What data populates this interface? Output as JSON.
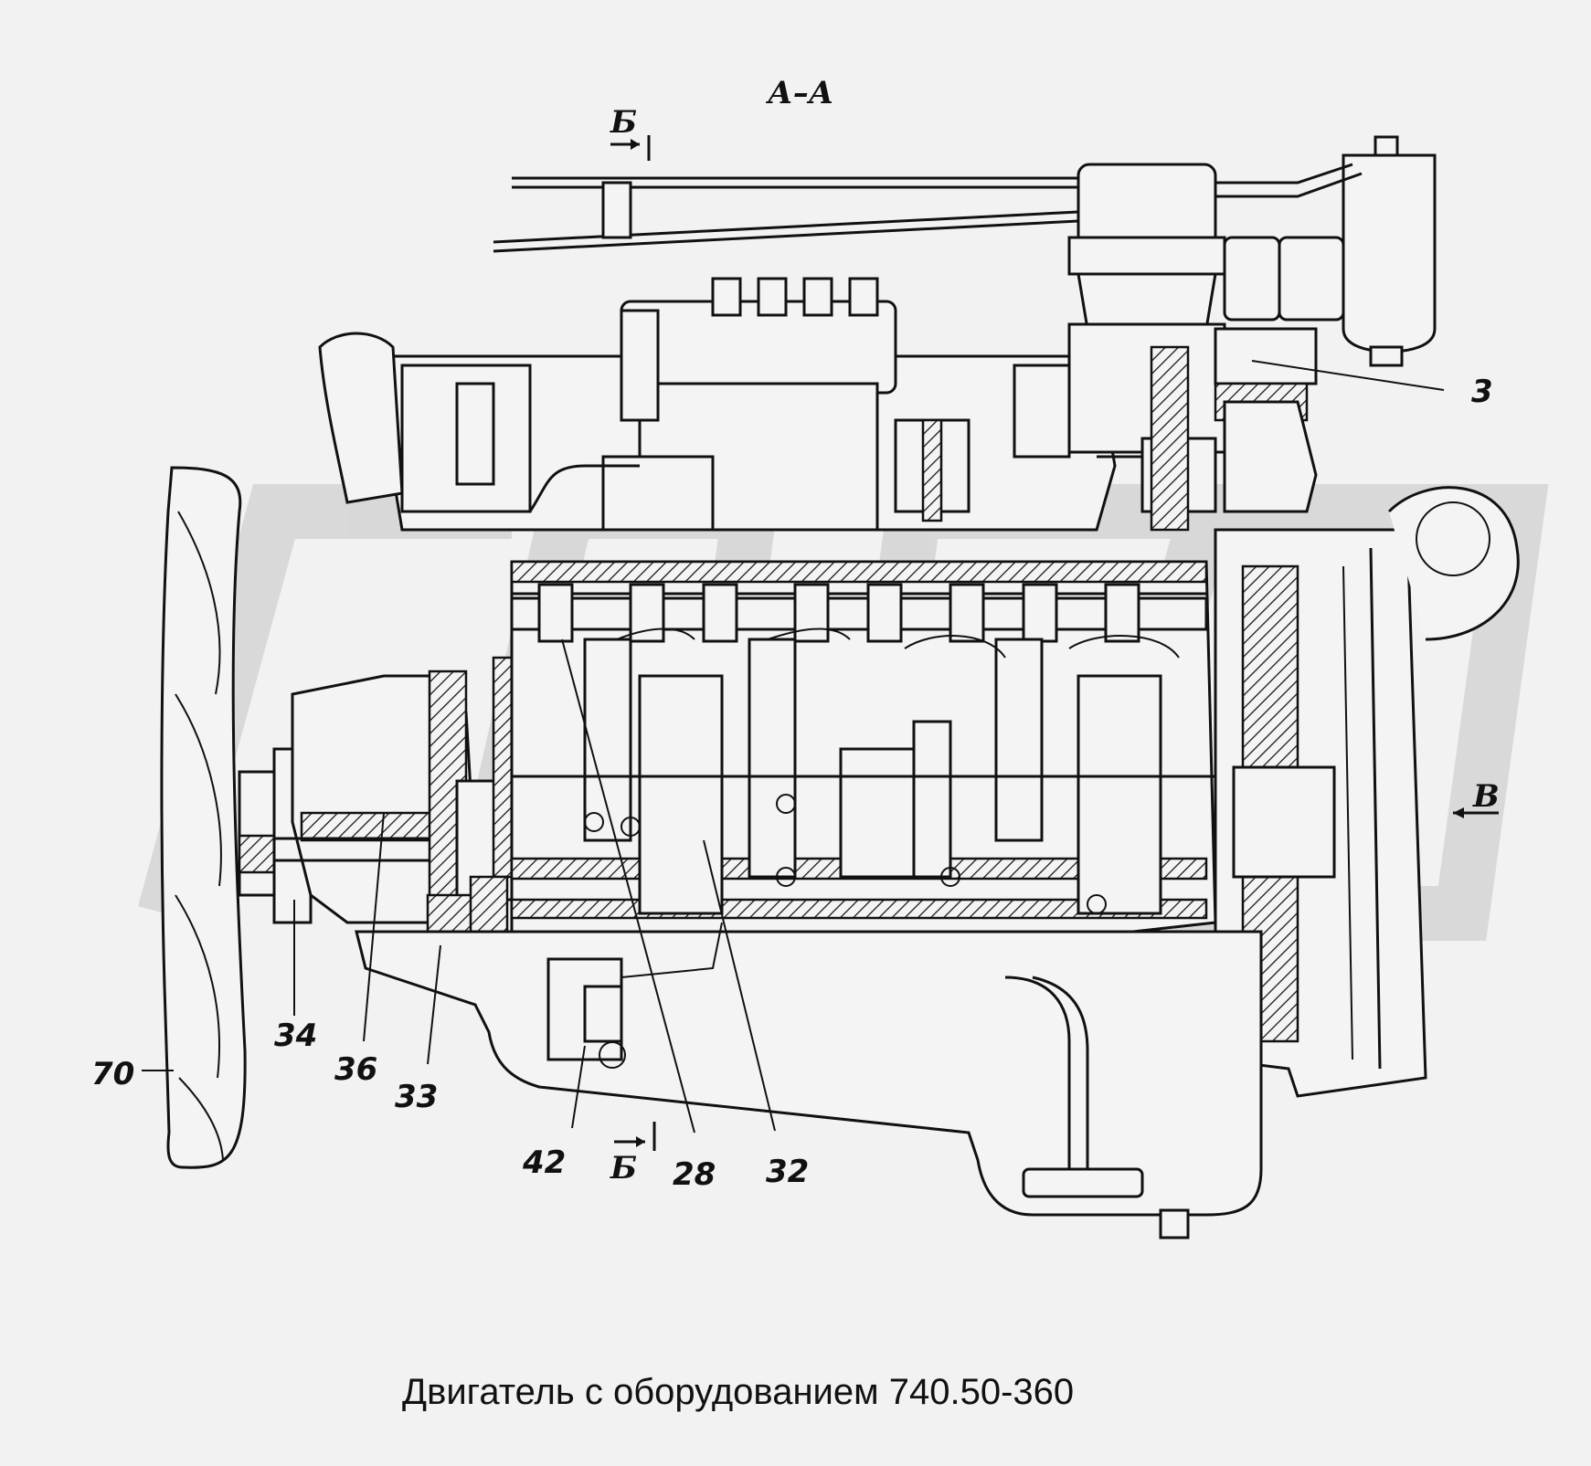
{
  "diagram": {
    "view_title": "А–А",
    "section_marks": {
      "top": "Б",
      "bottom": "Б",
      "right": "В"
    },
    "callouts": [
      {
        "id": "70",
        "label": "70"
      },
      {
        "id": "34",
        "label": "34"
      },
      {
        "id": "36",
        "label": "36"
      },
      {
        "id": "33",
        "label": "33"
      },
      {
        "id": "42",
        "label": "42"
      },
      {
        "id": "28",
        "label": "28"
      },
      {
        "id": "32",
        "label": "32"
      },
      {
        "id": "3",
        "label": "3"
      }
    ]
  },
  "caption": "Двигатель с оборудованием 740.50-360",
  "colors": {
    "background": "#f2f2f2",
    "ink": "#111111",
    "watermark": "#d9d9d9"
  }
}
